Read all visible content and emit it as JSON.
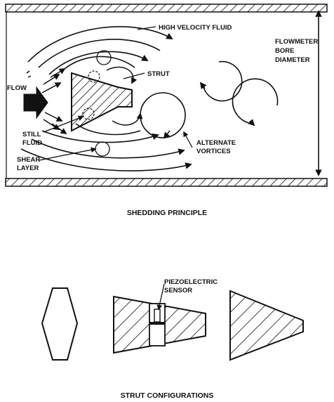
{
  "top_diagram": {
    "caption": "SHEDDING PRINCIPLE",
    "labels": {
      "high_velocity_fluid": "HIGH VELOCITY FLUID",
      "flowmeter_bore_diameter": [
        "FLOWMETER",
        "BORE",
        "DIAMETER"
      ],
      "strut": "STRUT",
      "flow": "FLOW",
      "still_fluid": [
        "STILL",
        "FLUID"
      ],
      "shear_layer": [
        "SHEAR",
        "LAYER"
      ],
      "alternate_vortices": [
        "ALTERNATE",
        "VORTICES"
      ]
    }
  },
  "bottom_diagram": {
    "caption": "STRUT CONFIGURATIONS",
    "labels": {
      "piezoelectric_sensor": [
        "PIEZOELECTRIC",
        "SENSOR"
      ]
    }
  }
}
